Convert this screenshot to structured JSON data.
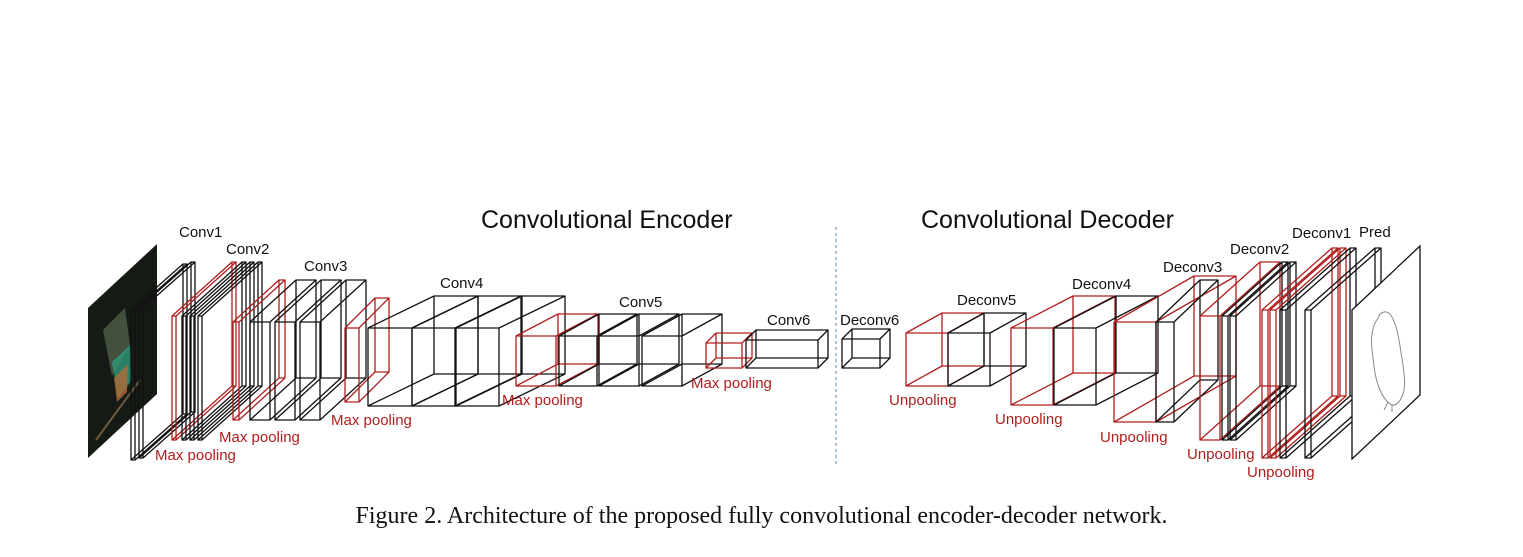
{
  "diagram": {
    "encoder_title": "Convolutional Encoder",
    "decoder_title": "Convolutional Decoder",
    "caption": "Figure 2. Architecture of the proposed fully convolutional encoder-decoder network.",
    "colors": {
      "line": "#111111",
      "pooling": "#b01e1e",
      "divider": "#5a7fa8"
    },
    "layer_labels": {
      "conv1": "Conv1",
      "conv2": "Conv2",
      "conv3": "Conv3",
      "conv4": "Conv4",
      "conv5": "Conv5",
      "conv6": "Conv6",
      "deconv6": "Deconv6",
      "deconv5": "Deconv5",
      "deconv4": "Deconv4",
      "deconv3": "Deconv3",
      "deconv2": "Deconv2",
      "deconv1": "Deconv1",
      "pred": "Pred"
    },
    "pooling_labels": {
      "pool1": "Max pooling",
      "pool2": "Max pooling",
      "pool3": "Max pooling",
      "pool4": "Max pooling",
      "pool5": "Max pooling",
      "unpool5": "Unpooling",
      "unpool4": "Unpooling",
      "unpool3": "Unpooling",
      "unpool2": "Unpooling",
      "unpool1": "Unpooling"
    }
  }
}
